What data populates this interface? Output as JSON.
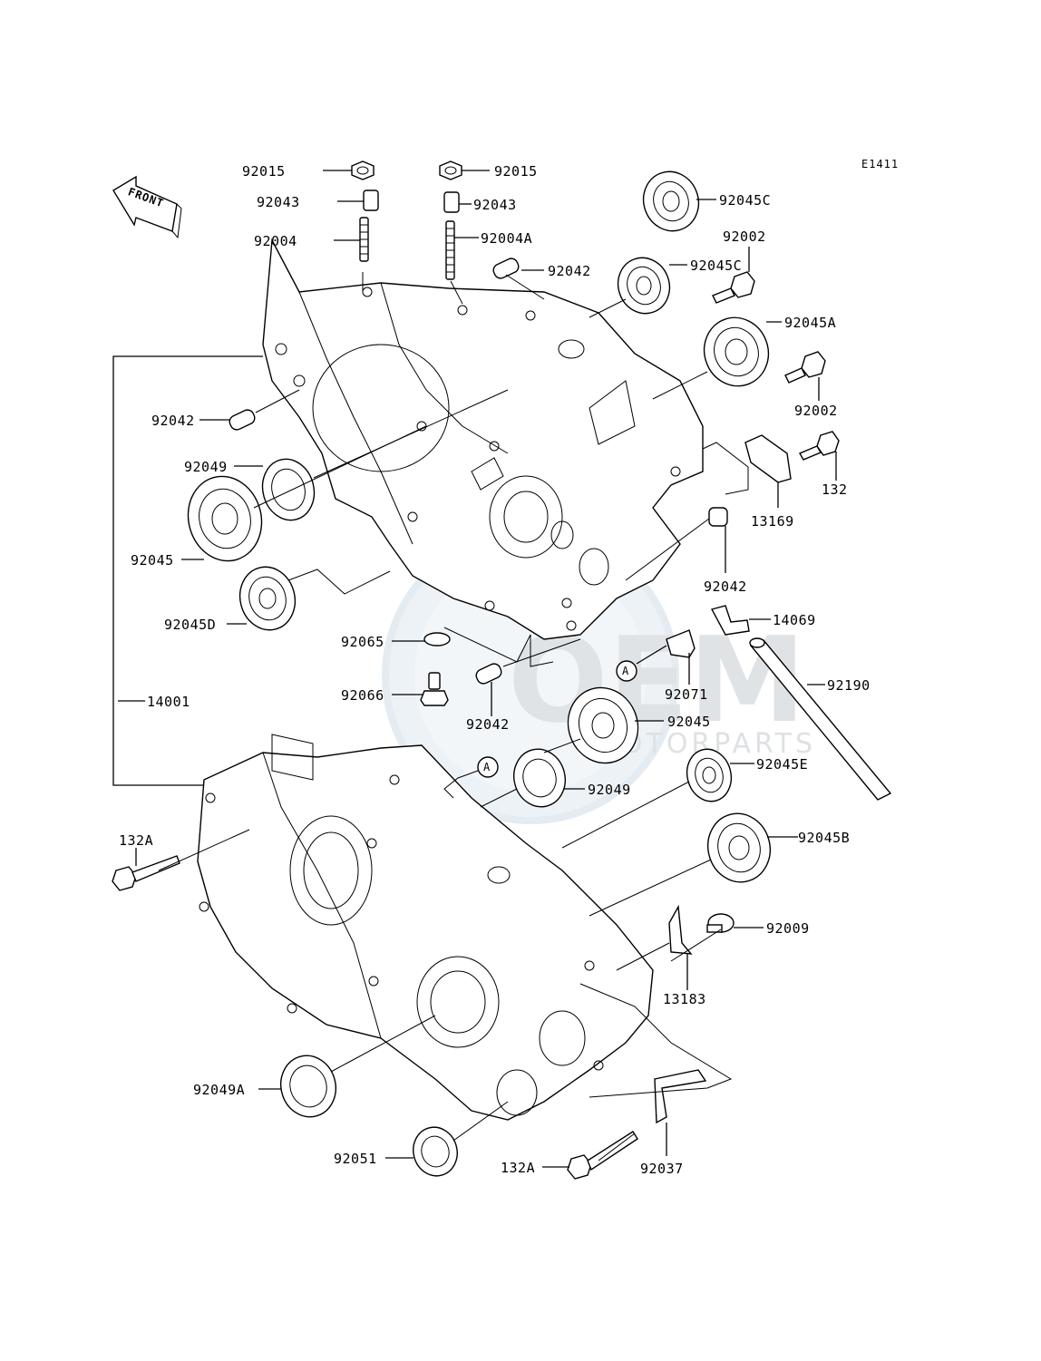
{
  "diagram_code": "E1411",
  "front_label": "FRONT",
  "callout_marker": "A",
  "watermark": {
    "title": "OEM",
    "subtitle": "MOTORPARTS"
  },
  "parts": {
    "p92015_l": "92015",
    "p92015_r": "92015",
    "p92043_l": "92043",
    "p92043_r": "92043",
    "p92004": "92004",
    "p92004A": "92004A",
    "p92042_top": "92042",
    "p92042_left": "92042",
    "p92042_right": "92042",
    "p92042_mid": "92042",
    "p92045C_1": "92045C",
    "p92045C_2": "92045C",
    "p92002_1": "92002",
    "p92002_2": "92002",
    "p92045A": "92045A",
    "p132": "132",
    "p13169": "13169",
    "p92049": "92049",
    "p92049_b": "92049",
    "p92049A": "92049A",
    "p92045": "92045",
    "p92045_b": "92045",
    "p92045D": "92045D",
    "p92045E": "92045E",
    "p92045B": "92045B",
    "p14069": "14069",
    "p92190": "92190",
    "p92071": "92071",
    "p92065": "92065",
    "p92066": "92066",
    "p14001": "14001",
    "p132A_l": "132A",
    "p132A_b": "132A",
    "p92009": "92009",
    "p13183": "13183",
    "p92051": "92051",
    "p92037": "92037"
  }
}
